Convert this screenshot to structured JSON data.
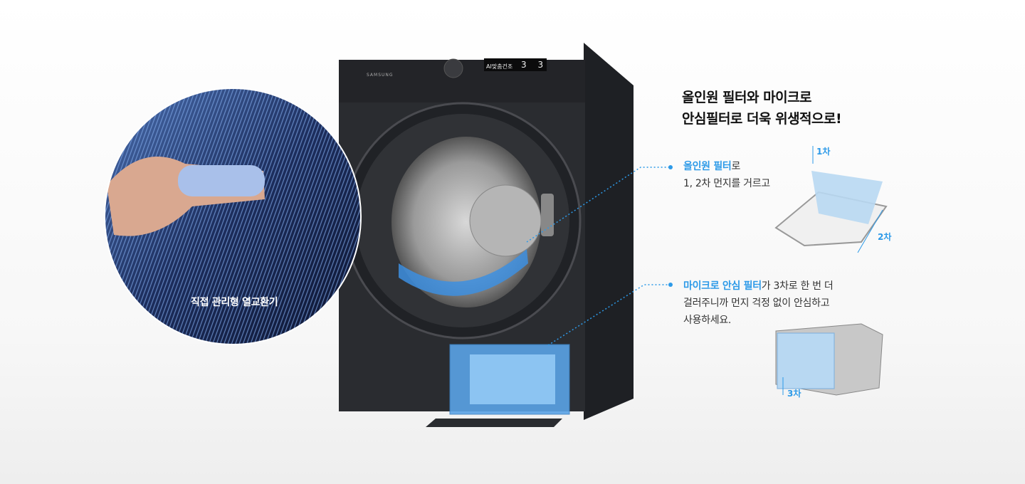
{
  "headline": {
    "line1": "올인원 필터와 마이크로",
    "line2": "안심필터로 더욱 위생적으로!"
  },
  "feature1": {
    "highlight": "올인원 필터",
    "rest": "로",
    "line2": "1, 2차 먼지를 거르고",
    "tag1": "1차",
    "tag2": "2차"
  },
  "feature2": {
    "highlight": "마이크로 안심 필터",
    "rest": "가 3차로 한 번 더",
    "line2": "걸러주니까 먼지 걱정 없이 안심하고",
    "line3": "사용하세요.",
    "tag3": "3차"
  },
  "magnifier": {
    "label": "직접 관리형 열교환기"
  },
  "dryer": {
    "brand": "SAMSUNG",
    "display_text": "AI맞춤건조",
    "display_digits": "3 3"
  },
  "colors": {
    "accent": "#2d9ae8",
    "dryer_body": "#2a2c30",
    "filter_blue": "#4a9be0"
  }
}
